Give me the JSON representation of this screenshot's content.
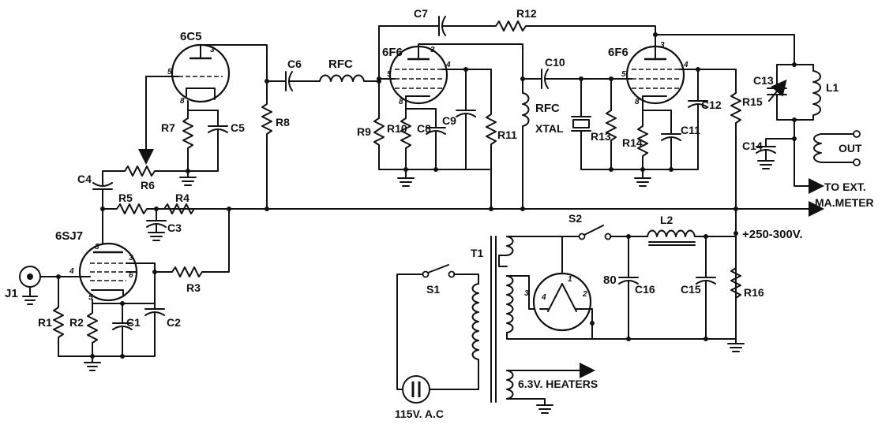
{
  "tubes": {
    "v1": "6SJ7",
    "v2": "6C5",
    "v3": "6F6",
    "v4": "6F6",
    "rect": "80"
  },
  "resistors": {
    "r1": "R1",
    "r2": "R2",
    "r3": "R3",
    "r4": "R4",
    "r5": "R5",
    "r6": "R6",
    "r7": "R7",
    "r8": "R8",
    "r9": "R9",
    "r10": "R10",
    "r11": "R11",
    "r12": "R12",
    "r13": "R13",
    "r14": "R14",
    "r15": "R15",
    "r16": "R16"
  },
  "capacitors": {
    "c1": "C1",
    "c2": "C2",
    "c3": "C3",
    "c4": "C4",
    "c5": "C5",
    "c6": "C6",
    "c7": "C7",
    "c8": "C8",
    "c9": "C9",
    "c10": "C10",
    "c11": "C11",
    "c12": "C12",
    "c13": "C13",
    "c14": "C14",
    "c15": "C15",
    "c16": "C16"
  },
  "inductors": {
    "rfc1": "RFC",
    "rfc2": "RFC",
    "l1": "L1",
    "l2": "L2",
    "t1": "T1"
  },
  "labels": {
    "jack": "J1",
    "xtal": "XTAL",
    "out": "OUT",
    "to_ext": "TO EXT.",
    "ma_meter": "MA.METER",
    "b_plus": "+250-300V.",
    "s1": "S1",
    "s2": "S2",
    "heaters": "6.3V. HEATERS",
    "ac": "115V. A.C"
  },
  "pins": {
    "p8": "8",
    "p3": "3",
    "p5": "5",
    "p4": "4",
    "p6": "6",
    "p1": "1",
    "p2": "2"
  }
}
